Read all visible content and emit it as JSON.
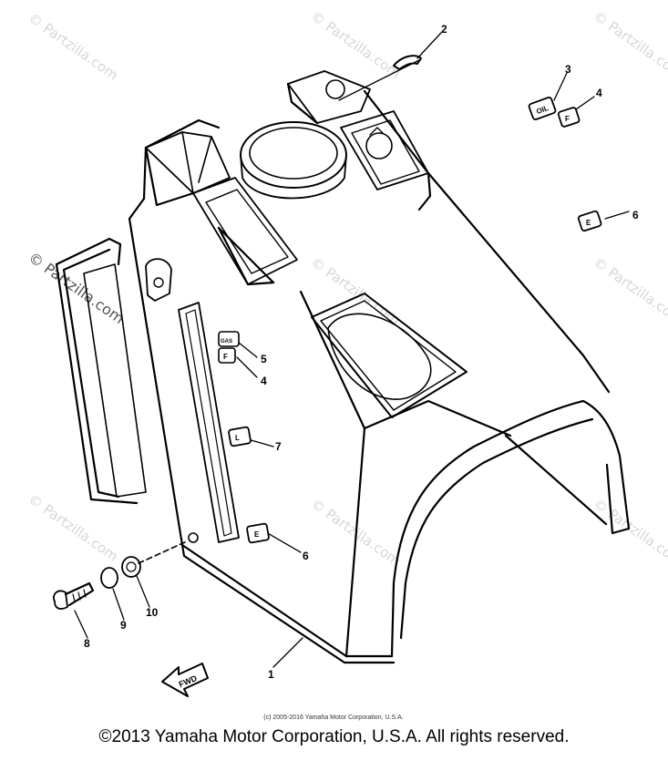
{
  "watermark": {
    "text": "© Partzilla.com"
  },
  "callouts": [
    "2",
    "3",
    "4",
    "6",
    "5",
    "4",
    "7",
    "6",
    "10",
    "9",
    "8",
    "1"
  ],
  "badges": {
    "oil": "OIL",
    "f_top": "F",
    "e_right": "E",
    "gas": "GAS",
    "f_side": "F",
    "l_side": "L",
    "e_side": "E",
    "fwd": "FWD"
  },
  "copyright_small": "(c) 2005-2016 Yamaha Motor Corporation, U.S.A.",
  "copyright_footer": "©2013 Yamaha Motor Corporation, U.S.A. All rights reserved."
}
